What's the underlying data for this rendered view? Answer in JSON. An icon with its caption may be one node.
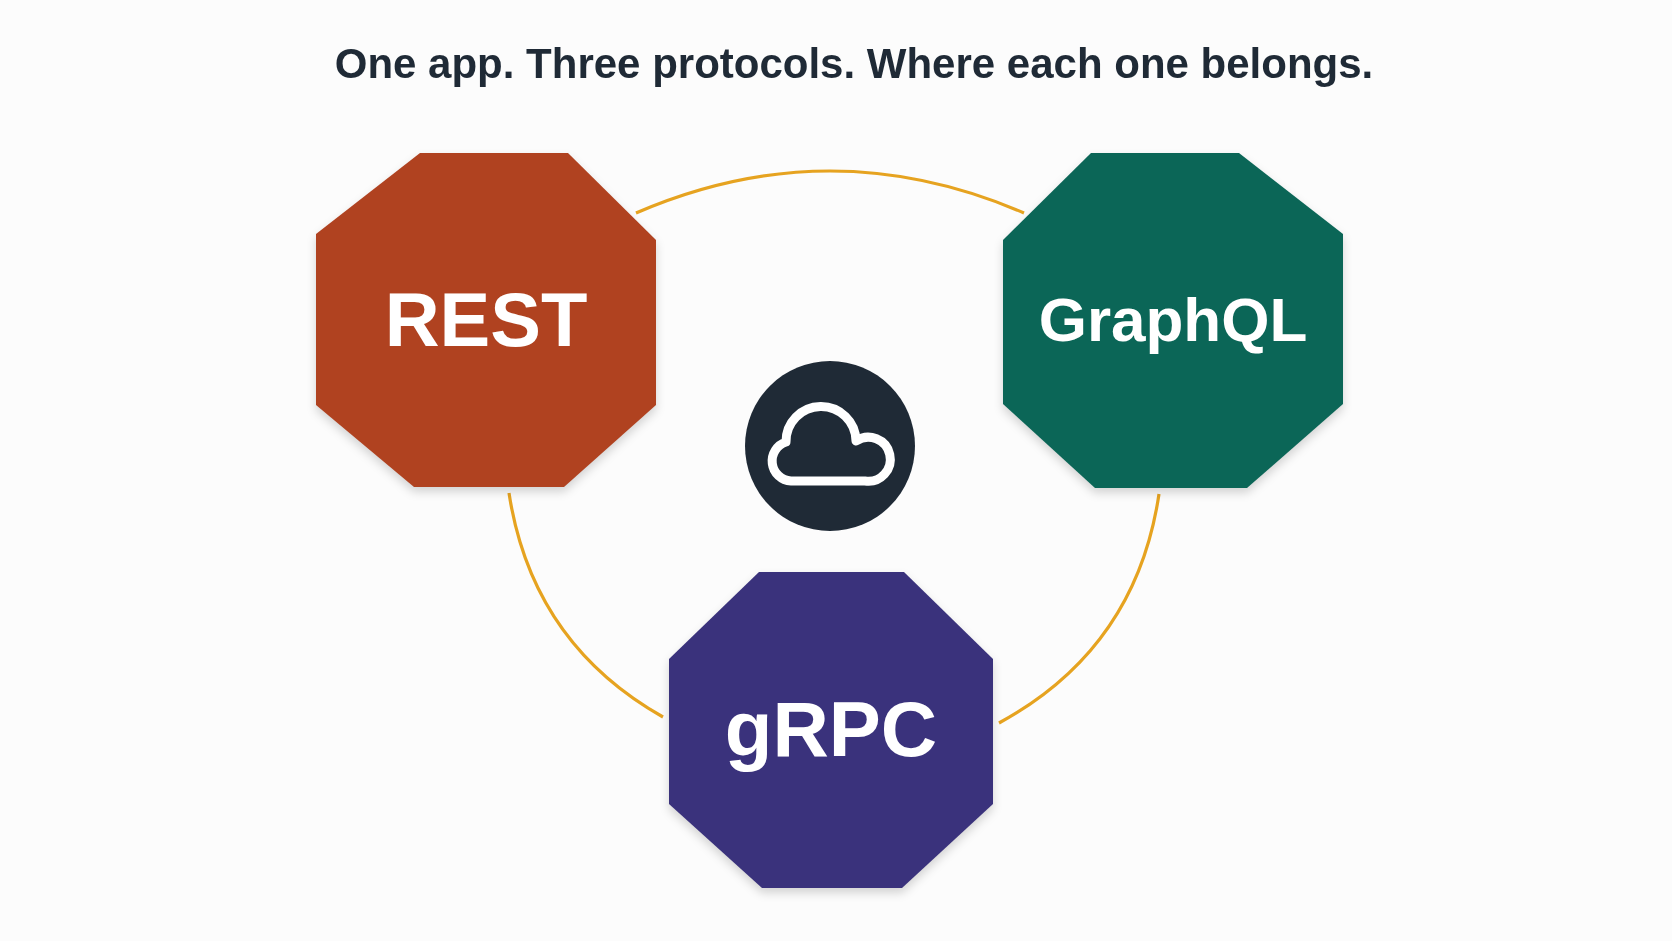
{
  "diagram": {
    "title": "One app. Three protocols. Where each one belongs.",
    "nodes": [
      {
        "text": [
          "REST"
        ]
      },
      {
        "text": [
          "GraphQL"
        ]
      },
      {
        "text": [
          "gRPC"
        ]
      }
    ],
    "edges": [
      {
        "from": 0,
        "to": 1,
        "arrow": "none"
      },
      {
        "from": 0,
        "to": 2,
        "arrow": "none"
      },
      {
        "from": 1,
        "to": 2,
        "arrow": "none"
      }
    ]
  }
}
